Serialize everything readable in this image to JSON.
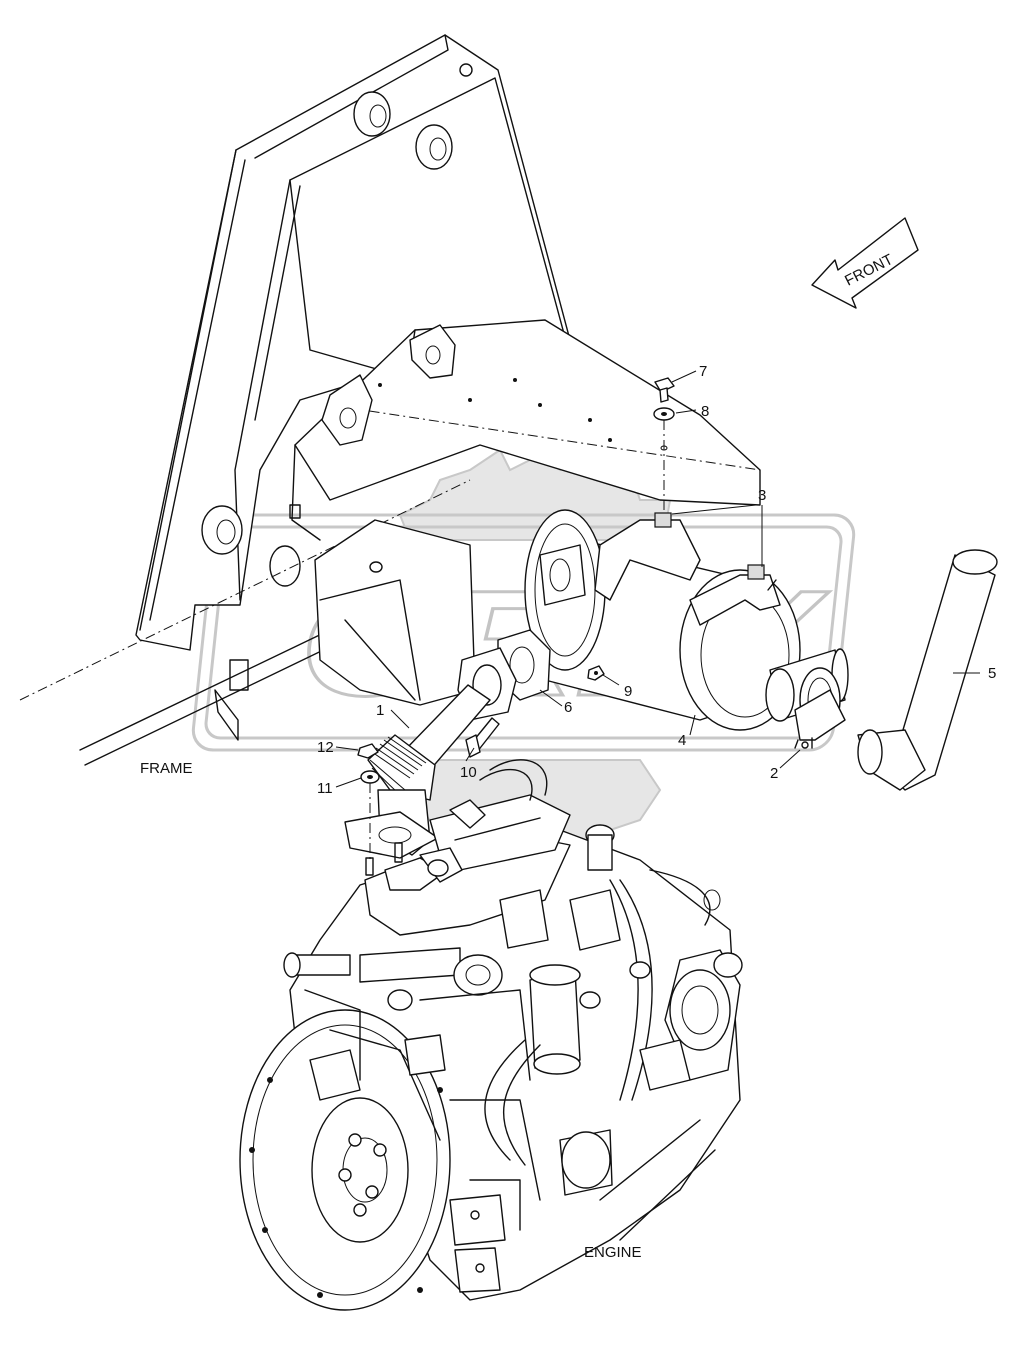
{
  "diagram": {
    "direction_label": "FRONT",
    "assembly_labels": {
      "frame": "FRAME",
      "engine": "ENGINE"
    },
    "callouts": [
      {
        "id": "1",
        "text": "1"
      },
      {
        "id": "2",
        "text": "2"
      },
      {
        "id": "3",
        "text": "3"
      },
      {
        "id": "4",
        "text": "4"
      },
      {
        "id": "5",
        "text": "5"
      },
      {
        "id": "6",
        "text": "6"
      },
      {
        "id": "7",
        "text": "7"
      },
      {
        "id": "8",
        "text": "8"
      },
      {
        "id": "9",
        "text": "9"
      },
      {
        "id": "10",
        "text": "10"
      },
      {
        "id": "11",
        "text": "11"
      },
      {
        "id": "12",
        "text": "12"
      }
    ],
    "watermark": "OREX"
  }
}
